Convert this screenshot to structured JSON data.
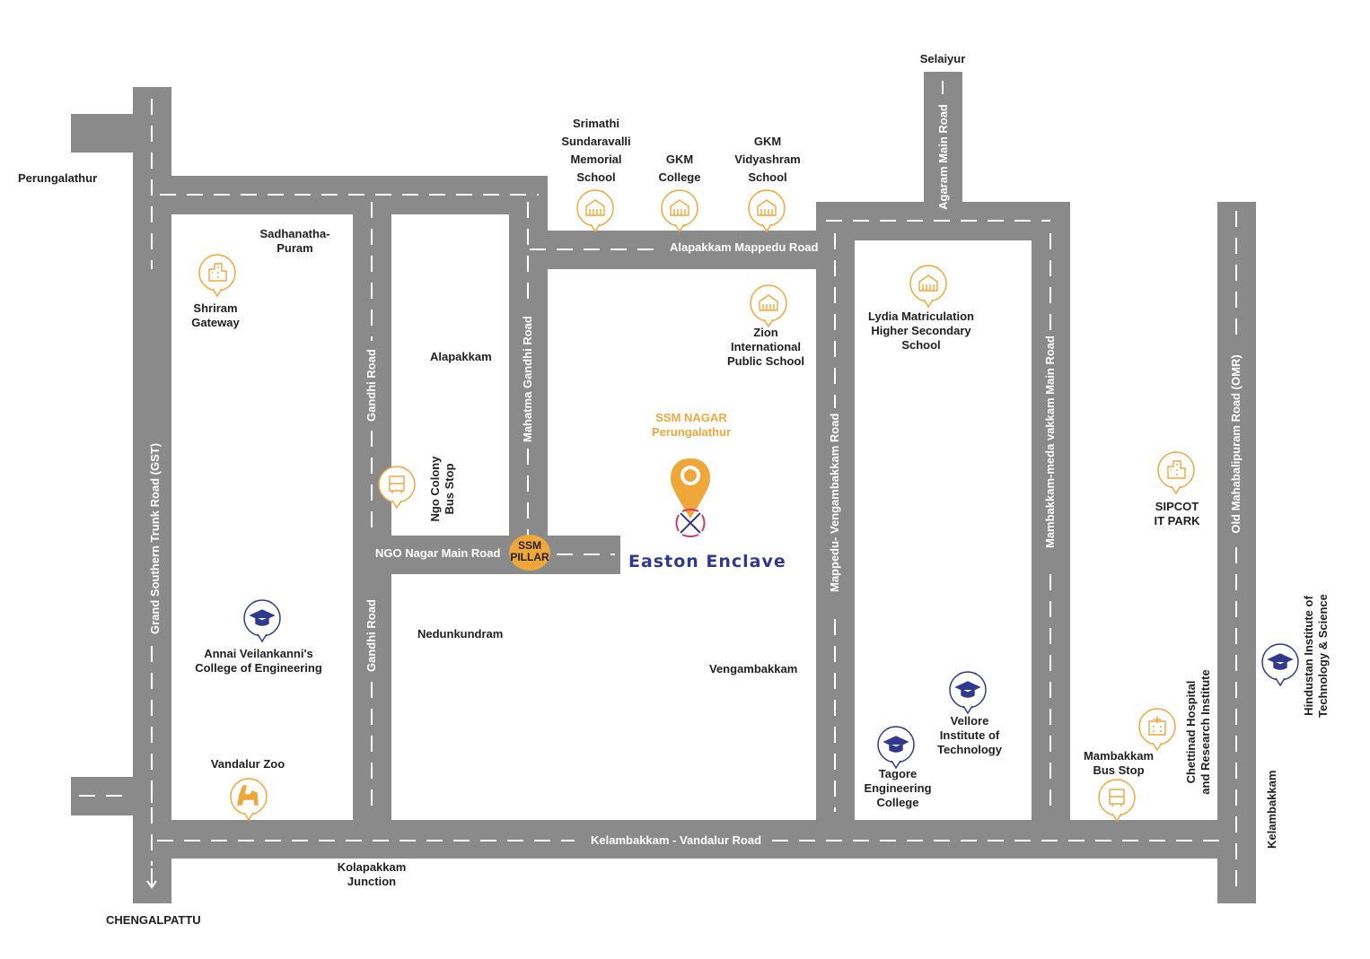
{
  "colors": {
    "road": "#8a8a8a",
    "dash": "#ffffff",
    "accent": "#f0a73a",
    "brand": "#2f3a8f",
    "pin_blue": "#2f3a8f"
  },
  "places": {
    "selaiyur": "Selaiyur",
    "perungalathur": "Perungalathur",
    "chengalpattu": "CHENGALPATTU",
    "sadhanathapuram": "Sadhanatha-\nPuram",
    "shriram_gateway": "Shriram\nGateway",
    "alapakkam": "Alapakkam",
    "nedunkundram": "Nedunkundram",
    "vengambakkam": "Vengambakkam",
    "kolapakkam": "Kolapakkam\nJunction",
    "kelambakkam": "Kelambakkam",
    "vandalur_zoo": "Vandalur Zoo",
    "annai": "Annai Veilankanni's\nCollege of Engineering",
    "srimathi": "Srimathi\nSundaravalli\nMemorial\nSchool",
    "gkm_college": "GKM\nCollege",
    "gkm_vidyashram": "GKM\nVidyashram\nSchool",
    "zion": "Zion\nInternational\nPublic School",
    "lydia": "Lydia Matriculation\nHigher Secondary\nSchool",
    "vellore": "Vellore\nInstitute of\nTechnology",
    "tagore": "Tagore\nEngineering\nCollege",
    "mambakkam_bus": "Mambakkam\nBus Stop",
    "chettinad": "Chettinad Hospital\nand Research Institute",
    "hindustan": "Hindustan Institute of\nTechnology & Science",
    "sipcot": "SIPCOT\nIT PARK",
    "ngo_colony": "Ngo Colony\nBus Stop"
  },
  "roads": {
    "gst": "Grand Southern Trunk Road (GST)",
    "gandhi_upper": "Gandhi Road",
    "gandhi_lower": "Gandhi Road",
    "mahatma": "Mahatma Gandhi Road",
    "alapakkam_mappedu": "Alapakkam Mappedu Road",
    "agaram": "Agaram Main Road",
    "mappedu_vengambakkam": "Mappedu- Vengambakkam Road",
    "mambakkam_medavakkam": "Mambakkam-meda vakkam Main Road",
    "omr": "Old Mahabalipuram Road (OMR)",
    "ngo_nagar": "NGO Nagar Main Road",
    "kelambakkam_vandalur": "Kelambakkam - Vandalur Road"
  },
  "project": {
    "name": "SSM NAGAR\nPerungalathur",
    "brand": "Easton Enclave",
    "pillar": "SSM\nPILLAR"
  },
  "icons": {
    "school": "school-building-icon",
    "graduation": "graduation-cap-icon",
    "office": "office-building-icon",
    "bus": "bus-icon",
    "zoo": "giraffe-icon",
    "hospital": "hospital-icon",
    "location": "location-pin-icon"
  }
}
